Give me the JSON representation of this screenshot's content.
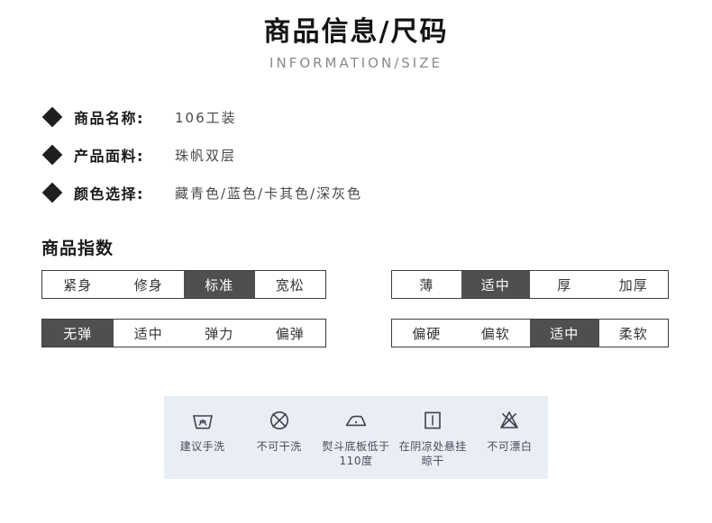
{
  "header": {
    "title": "商品信息/尺码",
    "subtitle": "INFORMATION/SIZE"
  },
  "info": {
    "bullet_icon": "diamond-icon",
    "rows": [
      {
        "label": "商品名称:",
        "value": "106工装"
      },
      {
        "label": "产品面料:",
        "value": "珠帆双层"
      },
      {
        "label": "颜色选择:",
        "value": "藏青色/蓝色/卡其色/深灰色"
      }
    ]
  },
  "index": {
    "section_title": "商品指数",
    "active_color": "#4f4f4f",
    "tables": [
      {
        "name": "fit",
        "cells": [
          {
            "label": "紧身",
            "active": false
          },
          {
            "label": "修身",
            "active": false
          },
          {
            "label": "标准",
            "active": true
          },
          {
            "label": "宽松",
            "active": false
          }
        ]
      },
      {
        "name": "thickness",
        "cells": [
          {
            "label": "薄",
            "active": false
          },
          {
            "label": "适中",
            "active": true
          },
          {
            "label": "厚",
            "active": false
          },
          {
            "label": "加厚",
            "active": false
          }
        ]
      },
      {
        "name": "elasticity",
        "cells": [
          {
            "label": "无弹",
            "active": true
          },
          {
            "label": "适中",
            "active": false
          },
          {
            "label": "弹力",
            "active": false
          },
          {
            "label": "偏弹",
            "active": false
          }
        ]
      },
      {
        "name": "softness",
        "cells": [
          {
            "label": "偏硬",
            "active": false
          },
          {
            "label": "偏软",
            "active": false
          },
          {
            "label": "适中",
            "active": true
          },
          {
            "label": "柔软",
            "active": false
          }
        ]
      }
    ]
  },
  "care": {
    "background": "#e9edf4",
    "items": [
      {
        "icon": "hand-wash-icon",
        "label": "建议手洗"
      },
      {
        "icon": "no-dry-clean-icon",
        "label": "不可干洗"
      },
      {
        "icon": "iron-low-icon",
        "label": "熨斗底板低于110度"
      },
      {
        "icon": "hang-dry-icon",
        "label": "在阴凉处悬挂晾干"
      },
      {
        "icon": "no-bleach-icon",
        "label": "不可漂白"
      }
    ]
  }
}
